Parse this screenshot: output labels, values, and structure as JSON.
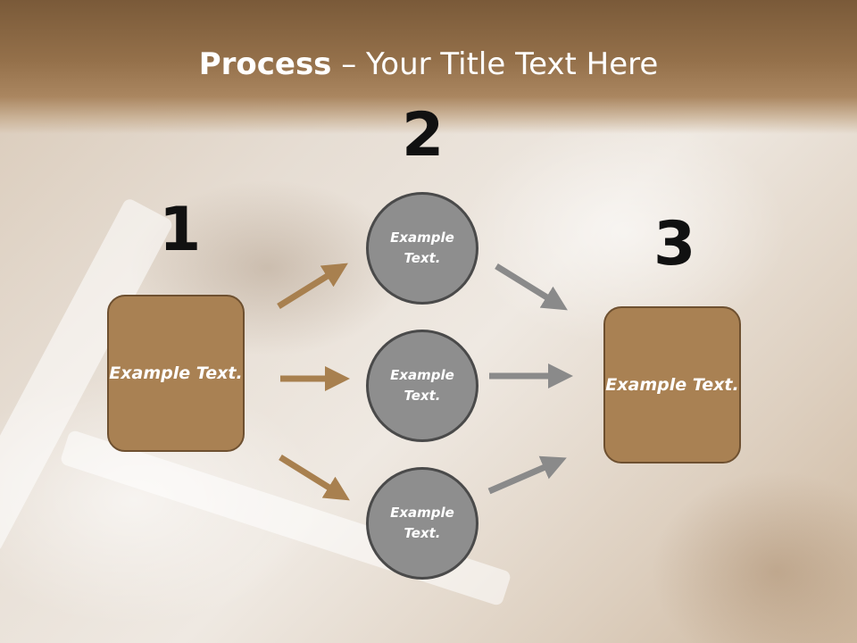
{
  "title": {
    "bold": "Process",
    "rest": " – Your Title Text Here"
  },
  "steps": {
    "one": "1",
    "two": "2",
    "three": "3"
  },
  "left_box": {
    "text": "Example Text."
  },
  "right_box": {
    "text": "Example Text."
  },
  "circles": [
    {
      "text": "Example Text."
    },
    {
      "text": "Example Text."
    },
    {
      "text": "Example Text."
    }
  ],
  "colors": {
    "header": "#94704a",
    "box_fill": "#a98153",
    "box_border": "#6e5030",
    "circle_fill": "#8e8e8e",
    "circle_border": "#4a4a4a",
    "arrow_brown": "#a8804f",
    "arrow_gray": "#8a8a8a"
  }
}
